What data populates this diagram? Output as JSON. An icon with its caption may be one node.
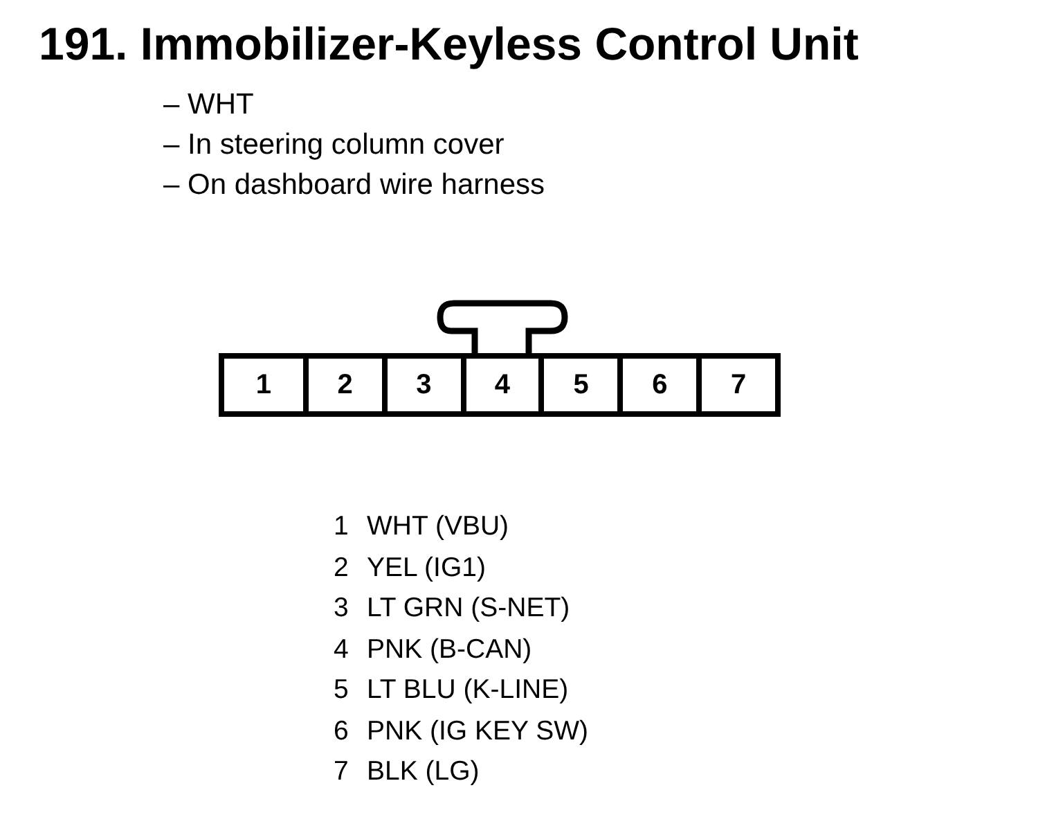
{
  "diagram": {
    "title": "191. Immobilizer-Keyless Control Unit",
    "nodes": [
      {
        "text": [],
        "shape": "box"
      },
      {
        "text": [
          "1"
        ],
        "in": 0
      },
      {
        "text": [
          "2"
        ],
        "in": 0
      },
      {
        "text": [
          "3"
        ],
        "in": 0
      },
      {
        "text": [
          "4"
        ],
        "in": 0
      },
      {
        "text": [
          "5"
        ],
        "in": 0
      },
      {
        "text": [
          "6"
        ],
        "in": 0
      },
      {
        "text": [
          "7"
        ],
        "in": 0
      }
    ],
    "labels": [
      "– WHT",
      "– In steering column cover",
      "– On dashboard wire harness",
      "1",
      "WHT (VBU)",
      "2",
      "YEL (IG1)",
      "3",
      "LT GRN (S-NET)",
      "4",
      "PNK (B-CAN)",
      "5",
      "LT BLU (K-LINE)",
      "6",
      "PNK (IG KEY SW)",
      "7",
      "BLK (LG)"
    ]
  }
}
